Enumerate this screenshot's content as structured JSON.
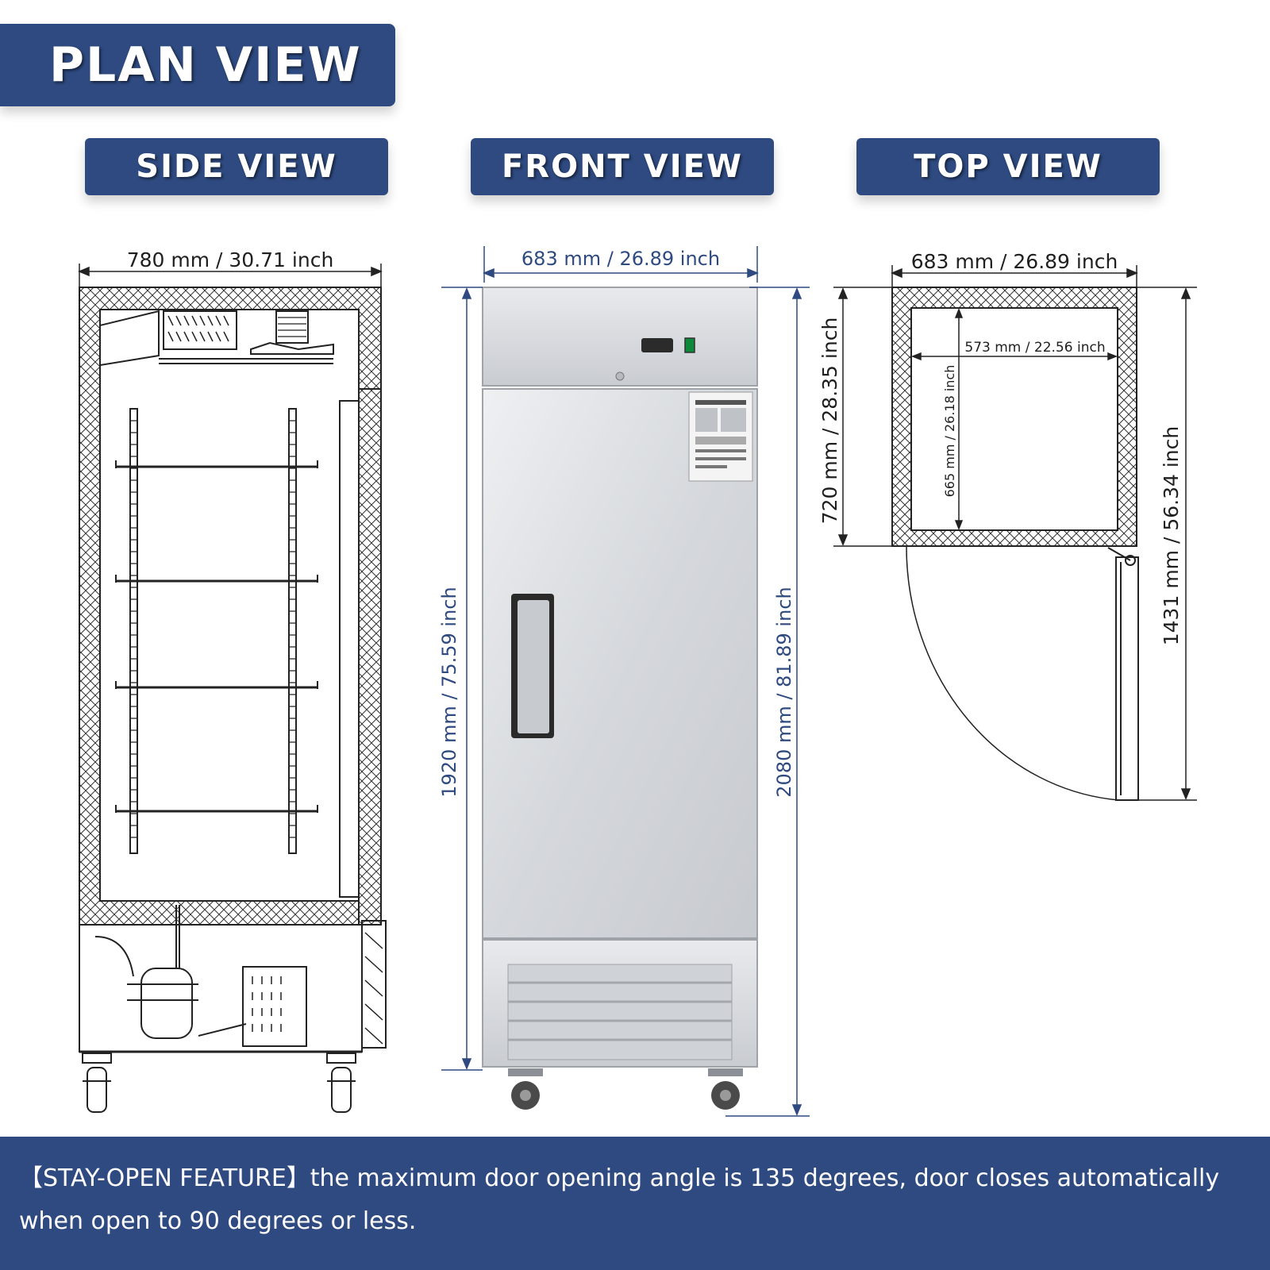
{
  "headings": {
    "plan": "PLAN VIEW",
    "side": "SIDE VIEW",
    "front": "FRONT VIEW",
    "top": "TOP VIEW"
  },
  "dimensions": {
    "side_width": "780 mm / 30.71 inch",
    "front_width": "683 mm / 26.89 inch",
    "front_body_height": "1920 mm / 75.59 inch",
    "front_total_height": "2080 mm / 81.89 inch",
    "top_width": "683 mm / 26.89 inch",
    "top_inner_width": "573 mm / 22.56 inch",
    "top_inner_depth": "665 mm / 26.18 inch",
    "top_depth": "720 mm / 28.35 inch",
    "top_depth_open": "1431 mm / 56.34 inch"
  },
  "footer": {
    "text": "【STAY-OPEN FEATURE】the maximum door opening angle is 135 degrees, door closes automatically when open to 90 degrees or less."
  },
  "colors": {
    "navy": "#2e4a80",
    "steel": "#dcdfe3",
    "line": "#222222"
  }
}
